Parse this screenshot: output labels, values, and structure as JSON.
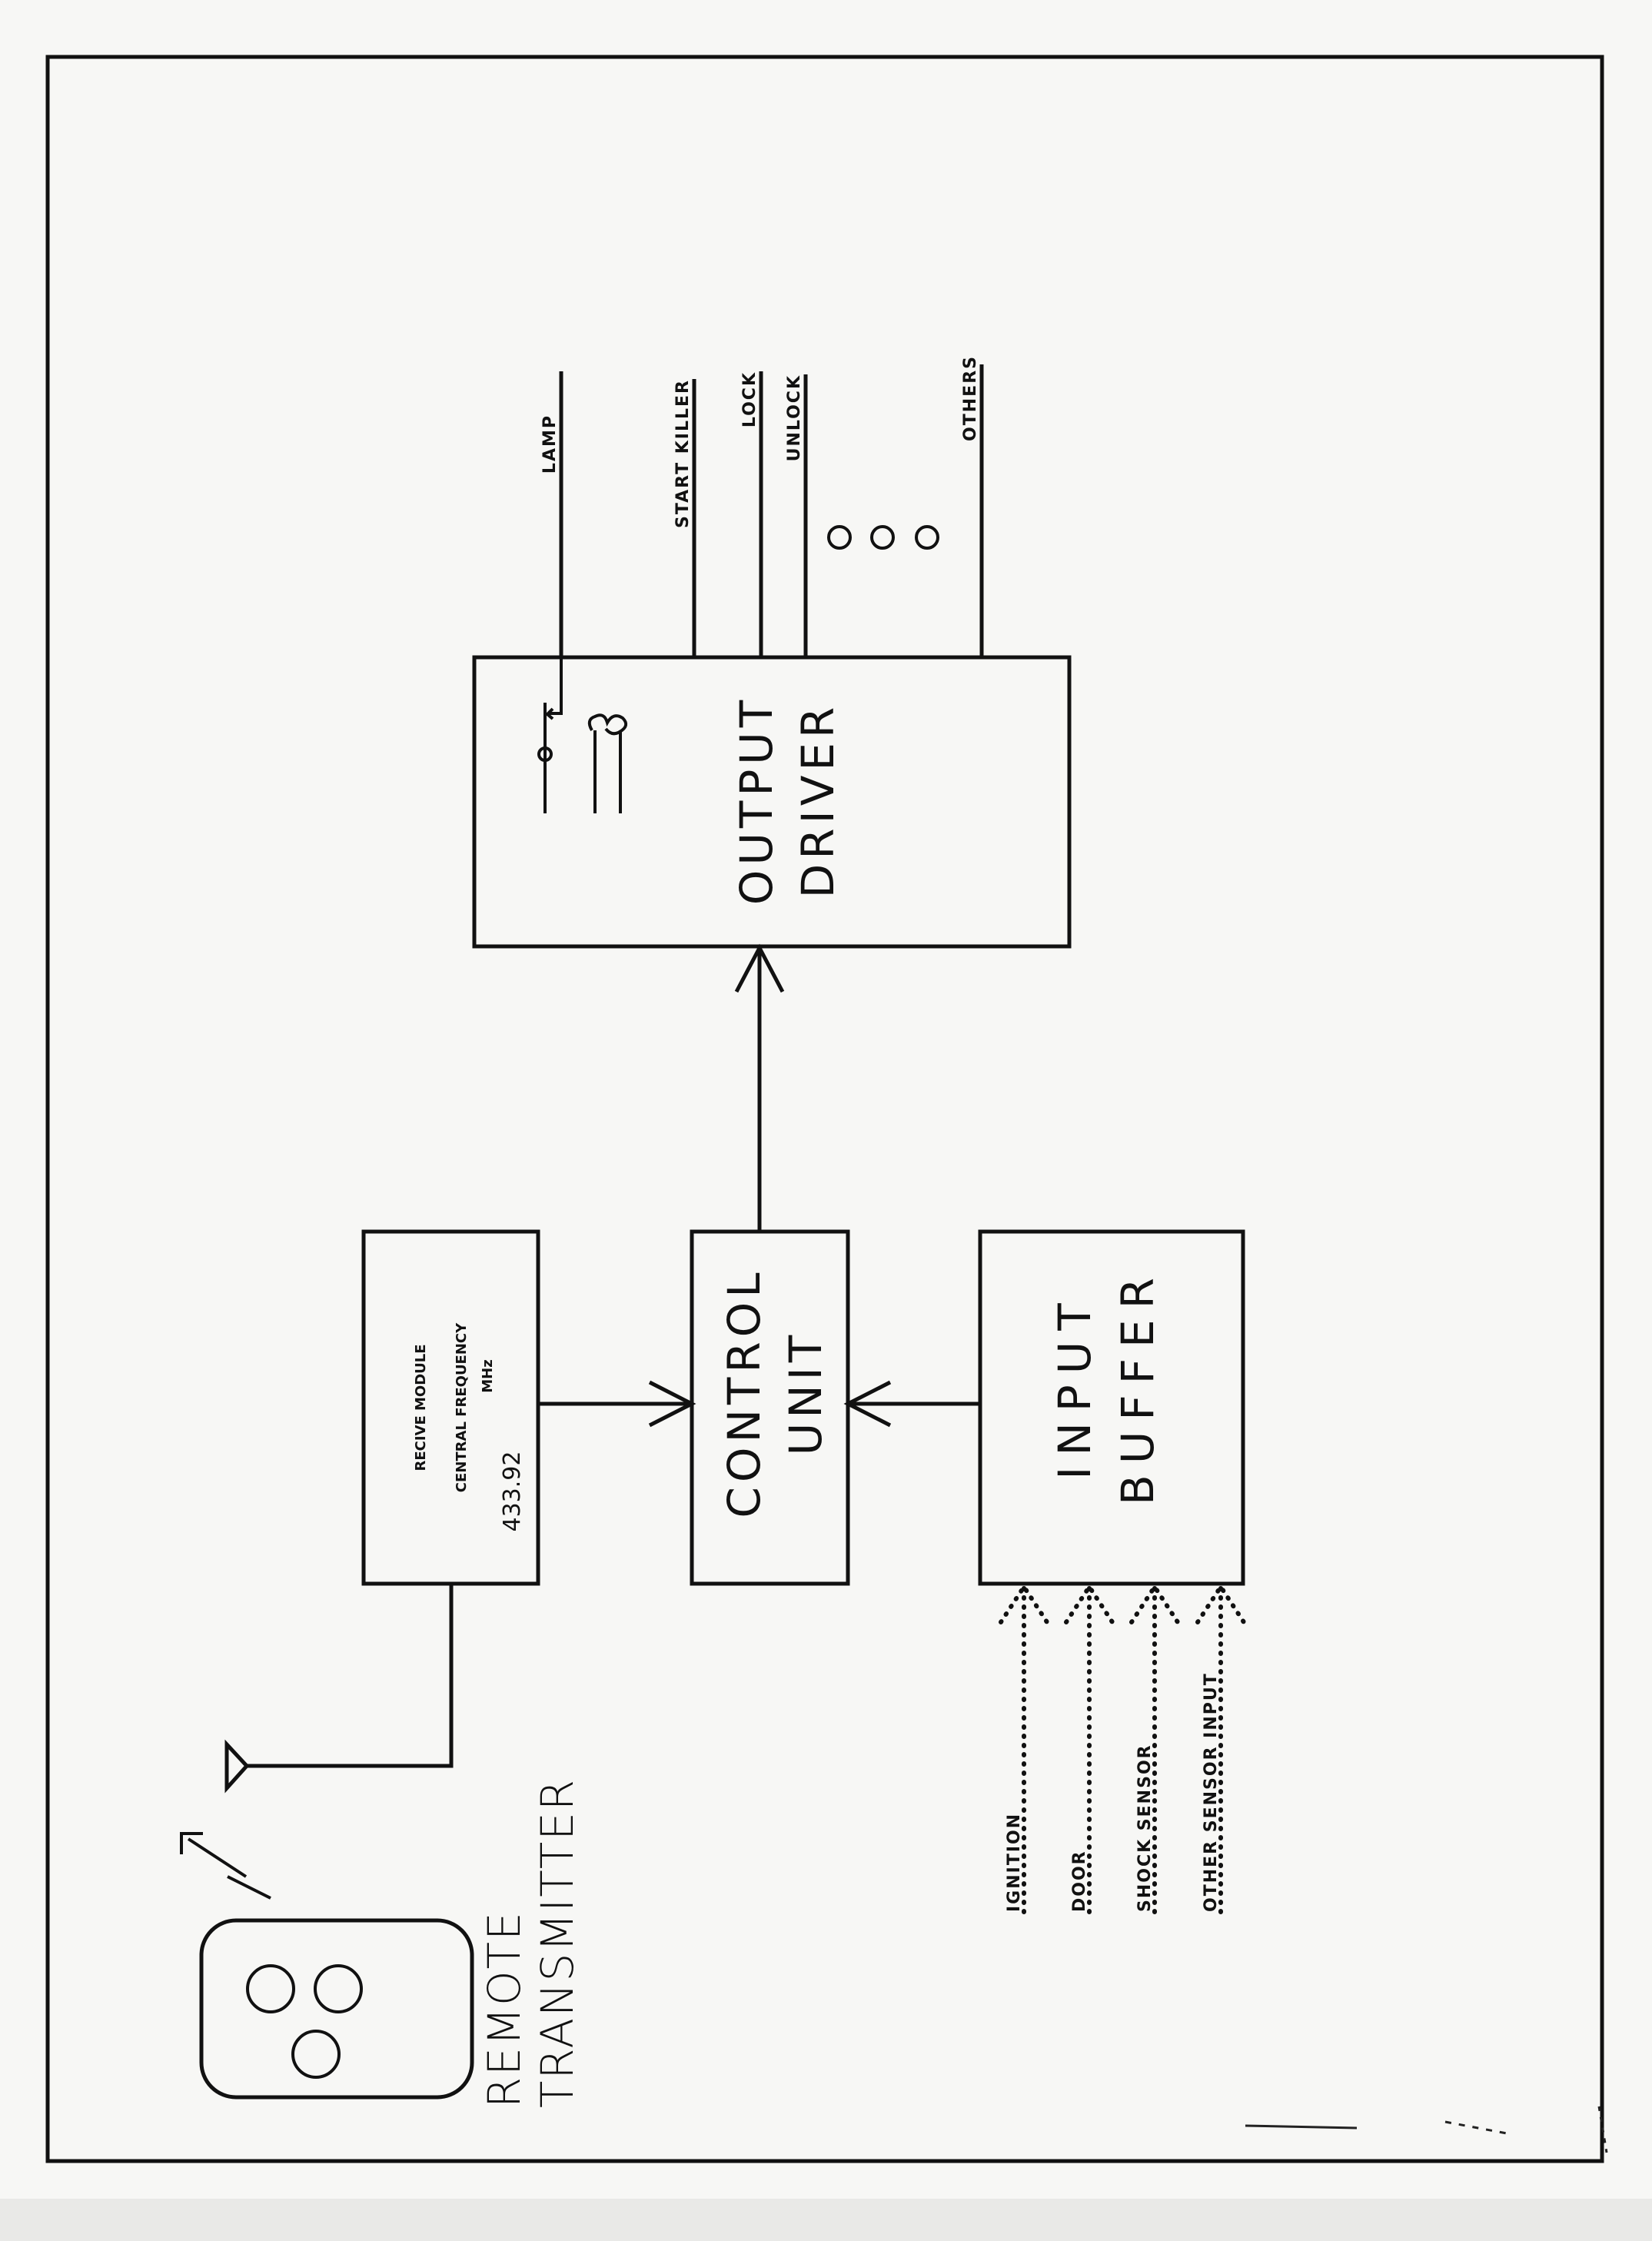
{
  "remote": {
    "line1": "REMOTE",
    "line2": "TRANSMITTER"
  },
  "receive_module": {
    "title": "RECIVE MODULE",
    "subtitle": "CENTRAL FREQUENCY",
    "frequency": "433.92",
    "unit": "MHz"
  },
  "control_unit": {
    "line1": "CONTROL",
    "line2": "UNIT"
  },
  "input_buffer": {
    "line1": "INPUT",
    "line2": "BUFFER"
  },
  "output_driver": {
    "line1": "OUTPUT",
    "line2": "DRIVER"
  },
  "outputs": [
    "LAMP",
    "START KILLER",
    "LOCK",
    "UNLOCK",
    "OTHERS"
  ],
  "inputs": [
    "IGNITION",
    "DOOR",
    "SHOCK SENSOR",
    "OTHER SENSOR INPUT"
  ]
}
